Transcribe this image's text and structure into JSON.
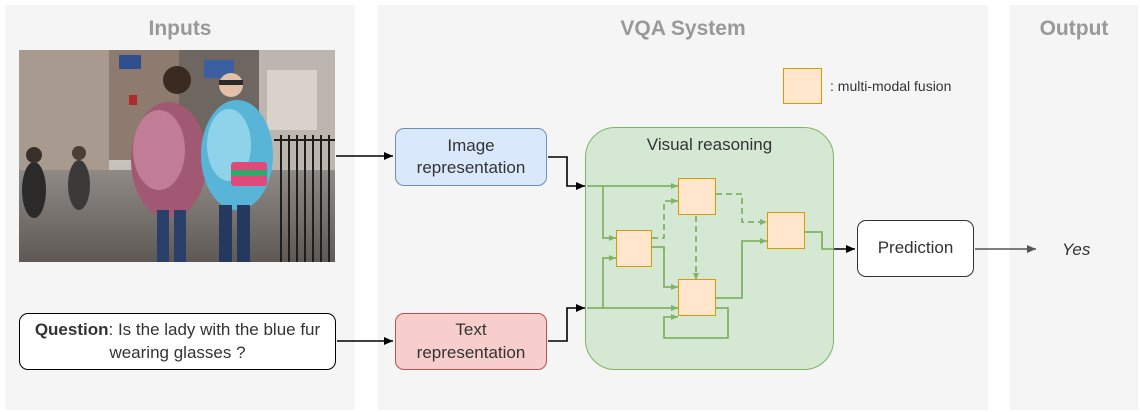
{
  "panels": {
    "inputs_title": "Inputs",
    "system_title": "VQA System",
    "output_title": "Output"
  },
  "legend": {
    "label": ": multi-modal fusion"
  },
  "question": {
    "bold": "Question",
    "rest": ": Is the lady with the blue fur wearing glasses ?"
  },
  "image_representation": "Image representation",
  "text_representation": "Text representation",
  "visual_reasoning": "Visual reasoning",
  "prediction": "Prediction",
  "answer": "Yes",
  "colors": {
    "panel_bg": "#f5f5f5",
    "image_rep_fill": "#dae8fc",
    "image_rep_stroke": "#6c8ebf",
    "text_rep_fill": "#f8cecc",
    "text_rep_stroke": "#b85450",
    "reasoning_fill": "#d5e8d4",
    "reasoning_stroke": "#82b366",
    "fusion_fill": "#ffe6cc",
    "fusion_stroke": "#d79b00"
  }
}
